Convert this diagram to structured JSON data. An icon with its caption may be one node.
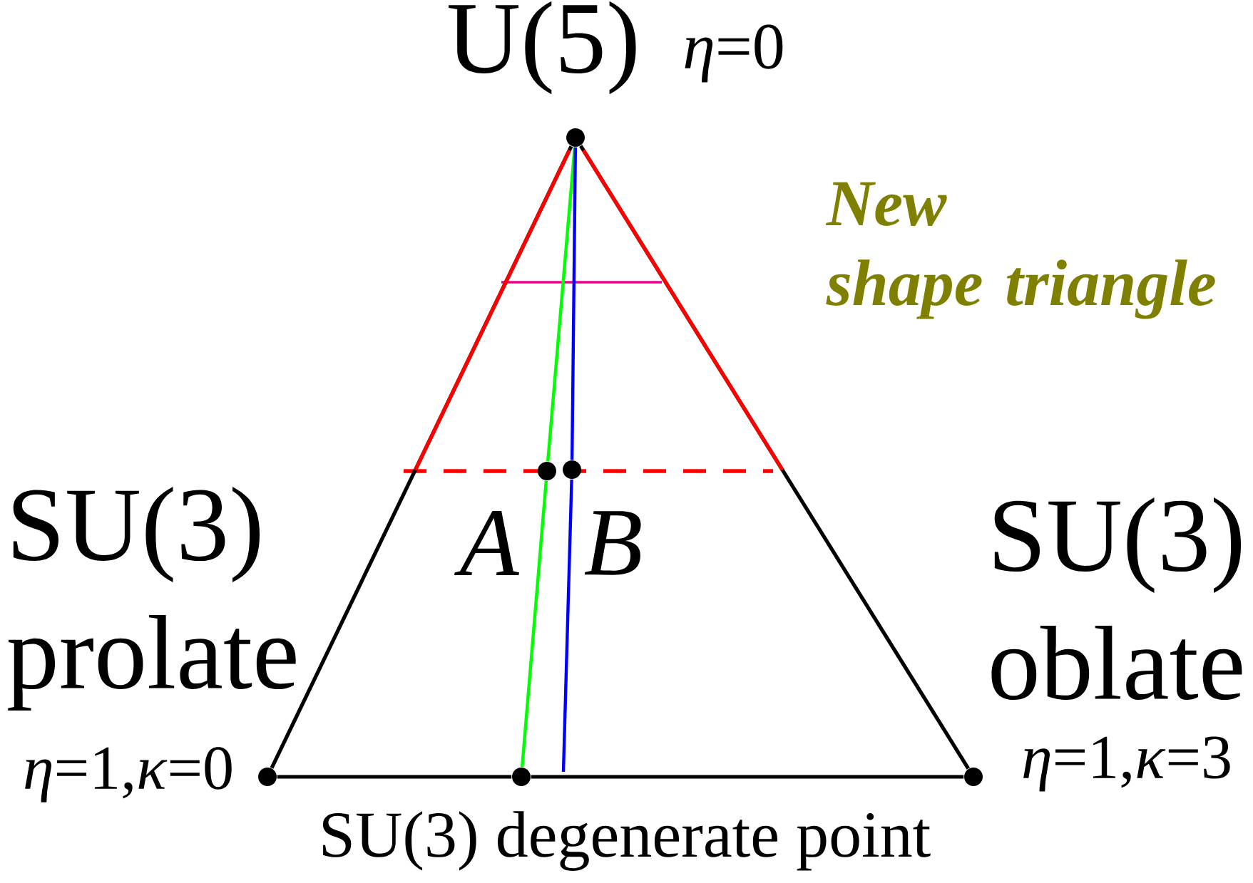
{
  "diagram": {
    "nodes": [
      {
        "text": [],
        "shape": "circle",
        "beside": [
          "U(5)",
          "*η*=0"
        ]
      },
      {
        "text": [],
        "shape": "circle",
        "beside": [
          "SU(3) prolate",
          "*η*=1,*κ*=0"
        ]
      },
      {
        "text": [],
        "shape": "circle",
        "beside": [
          "SU(3) oblate",
          "*η*=1,*κ*=3"
        ]
      },
      {
        "text": [],
        "shape": "circle",
        "beside": [
          "SU(3) degenerate point"
        ]
      },
      {
        "text": [],
        "shape": "circle"
      },
      {
        "text": [],
        "shape": "circle"
      }
    ],
    "edges": [
      {
        "from": 0,
        "to": 1,
        "arrow": "none"
      },
      {
        "from": 0,
        "to": 2,
        "arrow": "none"
      },
      {
        "from": 1,
        "to": 3,
        "arrow": "none"
      },
      {
        "from": 3,
        "to": 2,
        "arrow": "none"
      },
      {
        "from": 0,
        "to": 4,
        "arrow": "none",
        "color": "#00ff00"
      },
      {
        "from": 4,
        "to": 3,
        "arrow": "none",
        "color": "#00ff00"
      },
      {
        "from": 0,
        "to": 5,
        "arrow": "none",
        "color": "#0000ff"
      },
      {
        "from": 5,
        "to": null,
        "arrow": "none",
        "color": "#0000ff"
      }
    ],
    "labels": [
      "New shape triangle",
      "A",
      "B"
    ]
  }
}
